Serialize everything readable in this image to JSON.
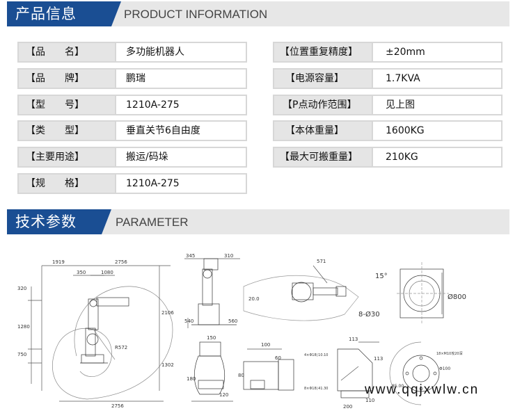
{
  "product_section": {
    "title_cn": "产品信息",
    "title_en": "PRODUCT INFORMATION"
  },
  "specs_left": [
    {
      "label": "【品　　名】",
      "value": "多功能机器人"
    },
    {
      "label": "【品　　牌】",
      "value": "鹏瑞"
    },
    {
      "label": "【型　　号】",
      "value": "1210A-275"
    },
    {
      "label": "【类　　型】",
      "value": "垂直关节6自由度"
    },
    {
      "label": "【主要用途】",
      "value": "搬运/码垛"
    },
    {
      "label": "【规　　格】",
      "value": "1210A-275"
    }
  ],
  "specs_right": [
    {
      "label": "【位置重复精度】",
      "value": "±20mm"
    },
    {
      "label": "【电源容量】",
      "value": "1.7KVA"
    },
    {
      "label": "【P点动作范围】",
      "value": "见上图"
    },
    {
      "label": "【本体重量】",
      "value": "1600KG"
    },
    {
      "label": "【最大可搬重量】",
      "value": "210KG"
    }
  ],
  "param_section": {
    "title_cn": "技术参数",
    "title_en": "PARAMETER"
  },
  "drawing": {
    "dims_top": [
      "1919",
      "2756",
      "350",
      "1080"
    ],
    "dims_left": [
      "320",
      "1280",
      "750"
    ],
    "dims_right": [
      "2106",
      "1302"
    ],
    "dim_bottom": "2756",
    "radius": "R572",
    "side_dims": [
      "345",
      "310",
      "540",
      "560",
      "150",
      "180",
      "120"
    ],
    "top_view_dims": [
      "571",
      "20.0"
    ],
    "base_dims": [
      "15°",
      "Ø800",
      "8-Ø30"
    ],
    "detail_dims": [
      "100",
      "60",
      "80",
      "113",
      "113",
      "200",
      "110",
      "4×Φ18∣10.10",
      "8×Φ18∣41.30",
      "18×M10攻20深",
      "Φ100",
      "85.00"
    ]
  },
  "watermark": "www.qqjxwlw.cn"
}
